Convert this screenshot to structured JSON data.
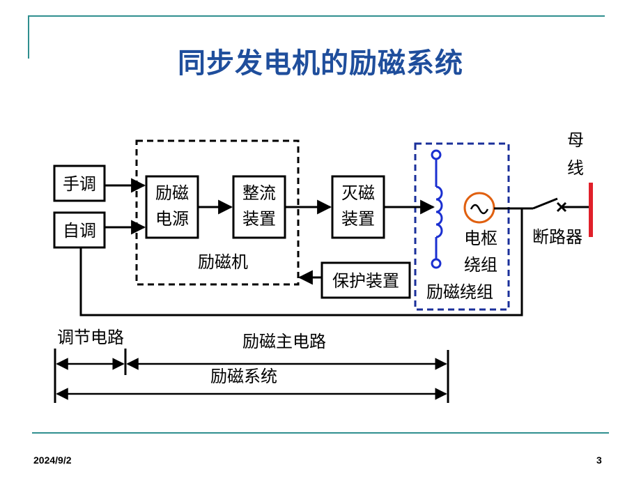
{
  "slide": {
    "title": "同步发电机的励磁系统",
    "date": "2024/9/2",
    "page_number": "3"
  },
  "diagram": {
    "manual_control": "手调",
    "auto_control": "自调",
    "exciter_power_line1": "励磁",
    "exciter_power_line2": "电源",
    "rectifier_line1": "整流",
    "rectifier_line2": "装置",
    "exciter_label": "励磁机",
    "de_excitation_line1": "灭磁",
    "de_excitation_line2": "装置",
    "protection_device": "保护装置",
    "armature_line1": "电枢",
    "armature_line2": "绕组",
    "field_winding": "励磁绕组",
    "busbar_line1": "母",
    "busbar_line2": "线",
    "circuit_breaker": "断路器",
    "regulation_circuit": "调节电路",
    "main_excitation_circuit": "励磁主电路",
    "excitation_system": "励磁系统"
  },
  "colors": {
    "title": "#1f4e9c",
    "accent_teal": "#2f8f8f",
    "field_winding_blue": "#1a2fd0",
    "generator_orange": "#e06010",
    "busbar_red": "#e0202a",
    "dashed_box_blue": "#1a2f9a"
  }
}
